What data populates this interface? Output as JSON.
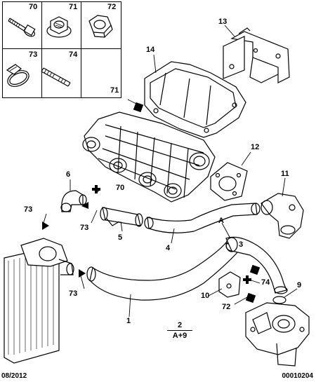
{
  "legend": [
    {
      "num": "70",
      "icon": "bolt-with-washer-icon"
    },
    {
      "num": "71",
      "icon": "flange-nut-icon"
    },
    {
      "num": "72",
      "icon": "hex-nut-icon"
    },
    {
      "num": "73",
      "icon": "hose-clamp-icon"
    },
    {
      "num": "74",
      "icon": "threaded-stud-icon"
    }
  ],
  "callouts": {
    "c1": "1",
    "c3": "3",
    "c4": "4",
    "c5": "5",
    "c6": "6",
    "c9": "9",
    "c10": "10",
    "c11": "11",
    "c12": "12",
    "c13": "13",
    "c14": "14",
    "c70": "70",
    "c71": "71",
    "c72": "72",
    "c73a": "73",
    "c73b": "73",
    "c73c": "73",
    "c74": "74",
    "cA": "A"
  },
  "note": {
    "top": "2",
    "bottom": "A+9"
  },
  "footer": {
    "date": "08/2012",
    "ref": "00010204"
  }
}
